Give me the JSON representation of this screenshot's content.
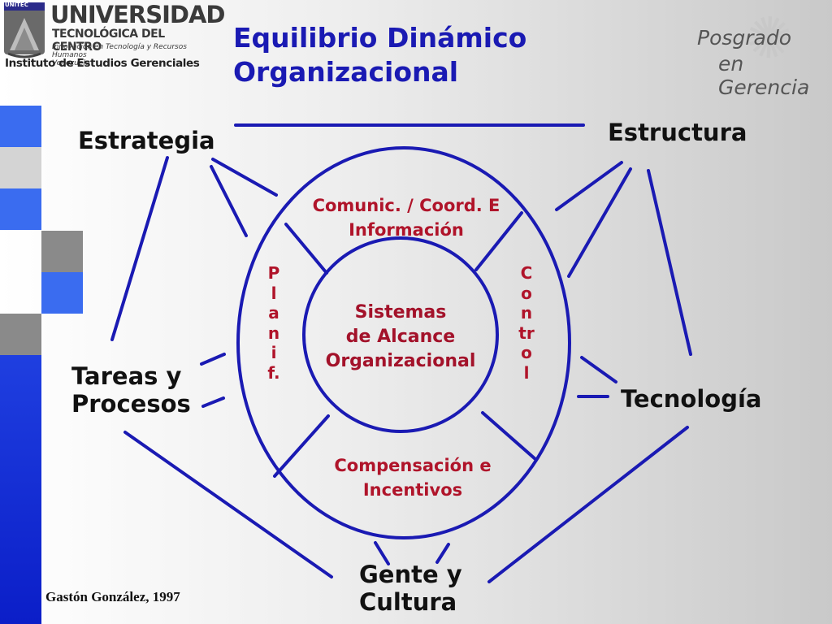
{
  "header": {
    "logo_badge": "UNITEC",
    "logo_title": "UNIVERSIDAD",
    "logo_subtitle": "TECNOLÓGICA DEL CENTRO",
    "logo_tagline_1": "Innovación en Tecnología y Recursos Humanos",
    "logo_tagline_2": "Venezuela",
    "institute": "Instituto de Estudios Gerenciales",
    "posgrado_line1": "Posgrado",
    "posgrado_line2": "en Gerencia"
  },
  "slide": {
    "title_line1": "Equilibrio Dinámico",
    "title_line2": "Organizacional"
  },
  "diagram": {
    "outer_nodes": {
      "estrategia": "Estrategia",
      "estructura": "Estructura",
      "tareas_line1": "Tareas y",
      "tareas_line2": "Procesos",
      "tecnologia": "Tecnología",
      "gente_line1": "Gente y",
      "gente_line2": "Cultura"
    },
    "ring": {
      "top_line1": "Comunic. / Coord. E",
      "top_line2": "Información",
      "bottom_line1": "Compensación e",
      "bottom_line2": "Incentivos",
      "left_vertical": "Planif.",
      "right_vertical": "Control"
    },
    "center": {
      "line1": "Sistemas",
      "line2": "de Alcance",
      "line3": "Organizacional"
    },
    "colors": {
      "lines": "#1a1ab3",
      "ring_text": "#b0142a",
      "title": "#1a1ab3"
    }
  },
  "footer": {
    "credit": "Gastón González, 1997"
  }
}
